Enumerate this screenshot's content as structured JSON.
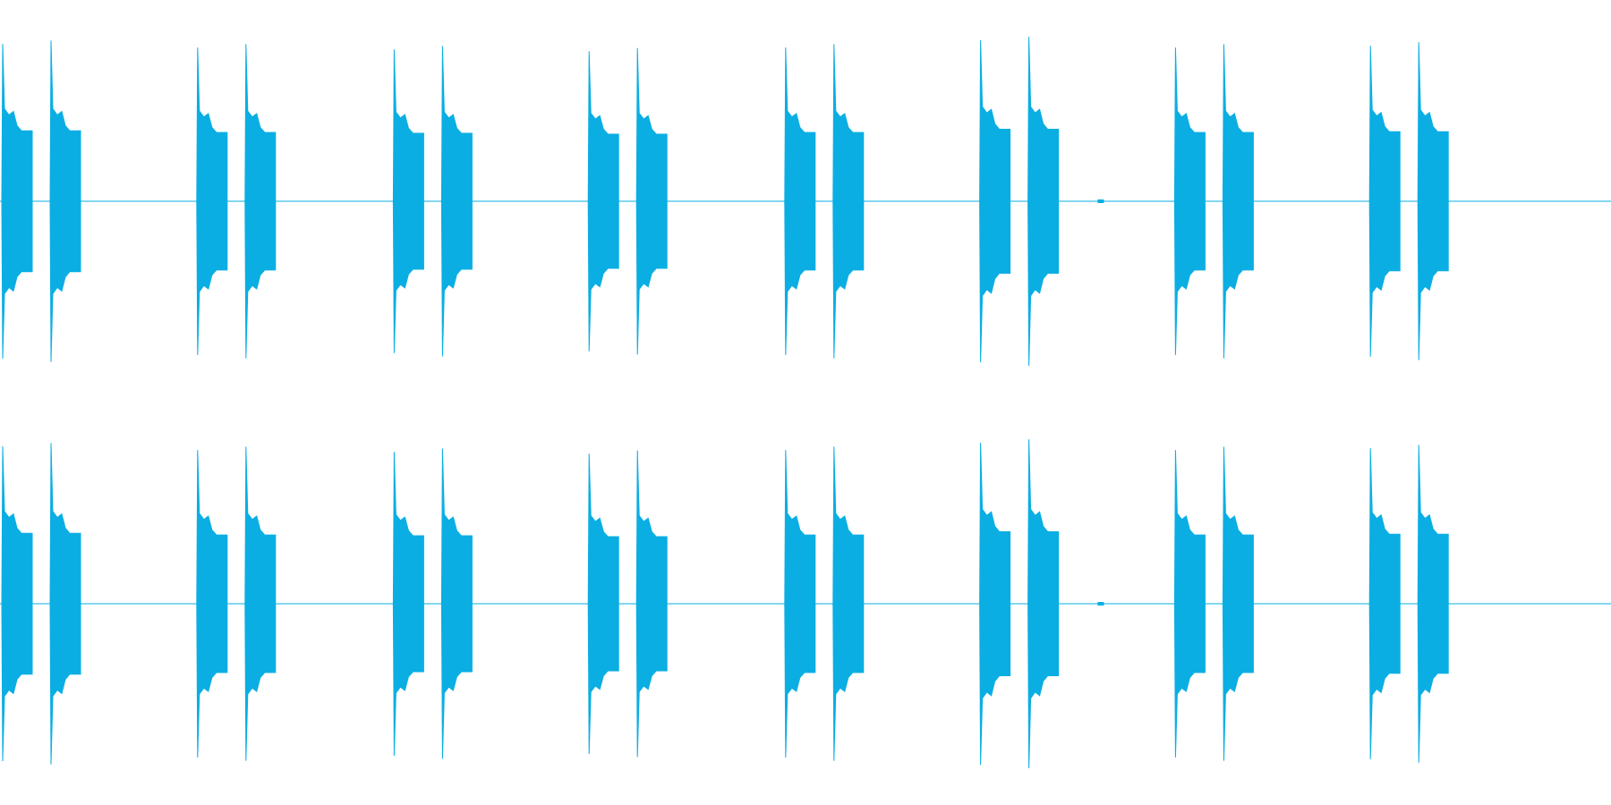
{
  "waveform": {
    "color": "#0aaee3",
    "background": "#ffffff",
    "channels": 2,
    "burst_pairs": 8,
    "burst_pair_starts_fraction": [
      0.0,
      0.121,
      0.243,
      0.364,
      0.486,
      0.607,
      0.728,
      0.849
    ],
    "pair_peak_levels": [
      0.86,
      0.84,
      0.83,
      0.82,
      0.84,
      0.88,
      0.84,
      0.85
    ],
    "small_blip_fraction": 0.683
  }
}
